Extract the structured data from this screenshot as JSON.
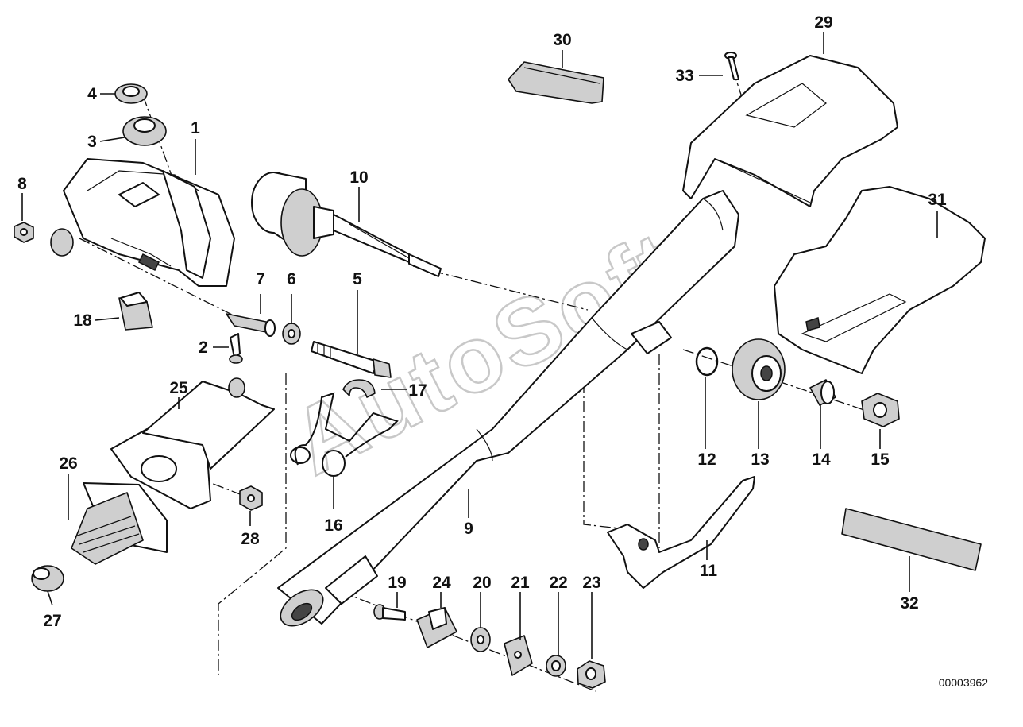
{
  "diagram": {
    "watermark": "AutoSoft",
    "reference_number": "00003962",
    "callouts": [
      "1",
      "2",
      "3",
      "4",
      "5",
      "6",
      "7",
      "8",
      "9",
      "10",
      "11",
      "12",
      "13",
      "14",
      "15",
      "16",
      "17",
      "18",
      "19",
      "20",
      "21",
      "22",
      "23",
      "24",
      "25",
      "26",
      "27",
      "28",
      "29",
      "30",
      "31",
      "32",
      "33"
    ]
  }
}
